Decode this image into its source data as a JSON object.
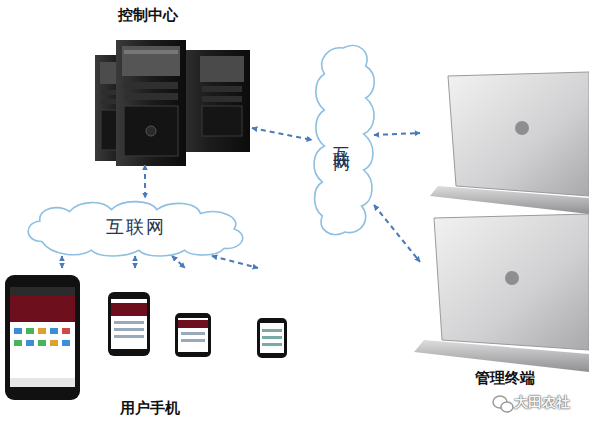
{
  "diagram": {
    "nodes": [
      {
        "text": [
          "控制中心"
        ]
      },
      {
        "text": [
          "互联网"
        ]
      },
      {
        "text": [
          "互联网"
        ]
      },
      {
        "text": [
          "管理终端"
        ]
      },
      {
        "text": [
          "用户手机"
        ]
      }
    ],
    "edges": [
      {
        "from": 0,
        "to": 1,
        "arrow": "both"
      },
      {
        "from": 1,
        "to": 3,
        "arrow": "both"
      },
      {
        "from": 1,
        "to": 3,
        "arrow": "both"
      },
      {
        "from": 0,
        "to": 2,
        "arrow": "both"
      },
      {
        "from": 2,
        "to": 4,
        "arrow": "both"
      },
      {
        "from": 2,
        "to": 4,
        "arrow": "both"
      },
      {
        "from": 2,
        "to": 4,
        "arrow": "both"
      },
      {
        "from": 2,
        "to": 4,
        "arrow": "both"
      }
    ],
    "labels": [
      "大田农社"
    ]
  }
}
